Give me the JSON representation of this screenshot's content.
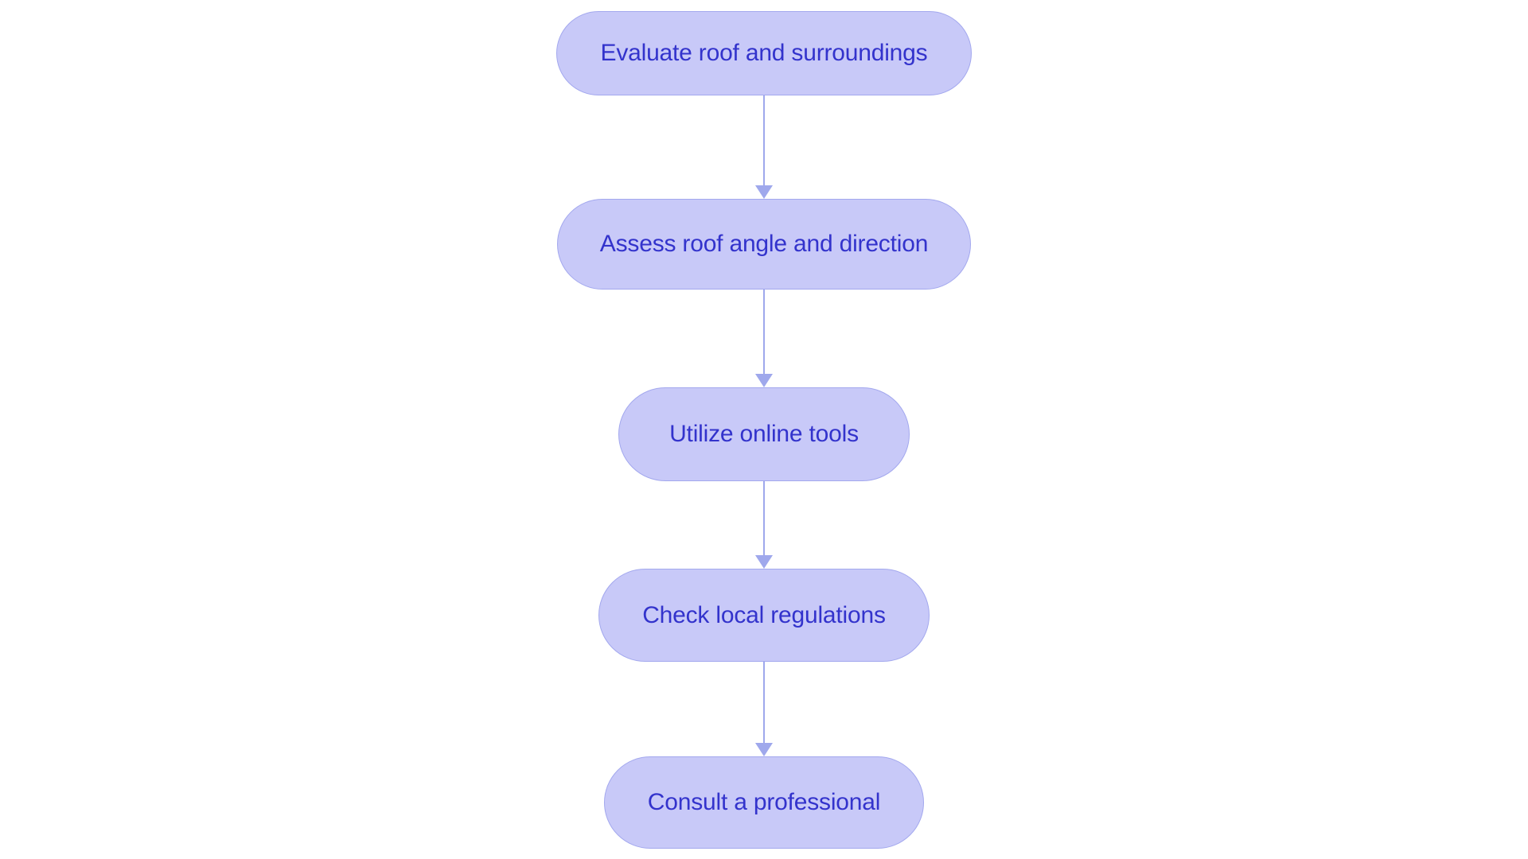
{
  "diagram": {
    "type": "flowchart",
    "orientation": "top-to-bottom",
    "title": "",
    "background_color": "#ffffff",
    "node_fill_color": "#c8c9f8",
    "node_border_color": "#a3a8ee",
    "node_text_color": "#3333cc",
    "connector_color": "#9fa8ec",
    "node_shape": "stadium",
    "nodes": [
      {
        "id": "n1",
        "label": "Evaluate roof and surroundings"
      },
      {
        "id": "n2",
        "label": "Assess roof angle and direction"
      },
      {
        "id": "n3",
        "label": "Utilize online tools"
      },
      {
        "id": "n4",
        "label": "Check local regulations"
      },
      {
        "id": "n5",
        "label": "Consult a professional"
      }
    ],
    "edges": [
      {
        "id": "e1",
        "from": "n1",
        "to": "n2",
        "label": "",
        "arrow": "down-arrow-icon"
      },
      {
        "id": "e2",
        "from": "n2",
        "to": "n3",
        "label": "",
        "arrow": "down-arrow-icon"
      },
      {
        "id": "e3",
        "from": "n3",
        "to": "n4",
        "label": "",
        "arrow": "down-arrow-icon"
      },
      {
        "id": "e4",
        "from": "n4",
        "to": "n5",
        "label": "",
        "arrow": "down-arrow-icon"
      }
    ]
  }
}
